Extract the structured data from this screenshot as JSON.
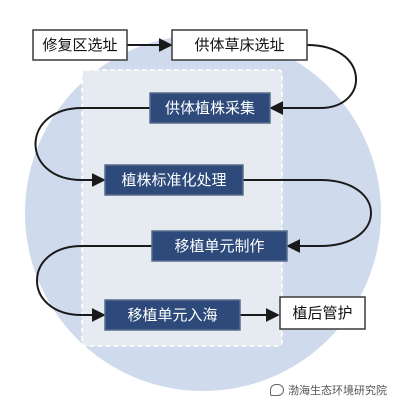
{
  "colors": {
    "circle_fill": "#cfdaec",
    "inner_panel_fill": "#e6ebf2",
    "inner_panel_border": "#ffffff",
    "light_box_fill": "#ffffff",
    "light_box_border": "#3a3a3a",
    "dark_box_fill": "#2d4a7b",
    "dark_box_border": "#5a6d8c",
    "arrow": "#1a1a1a"
  },
  "steps": [
    {
      "id": "site-selection",
      "label": "修复区选址",
      "style": "light"
    },
    {
      "id": "donor-meadow-selection",
      "label": "供体草床选址",
      "style": "light"
    },
    {
      "id": "plant-collection",
      "label": "供体植株采集",
      "style": "dark"
    },
    {
      "id": "plant-standardization",
      "label": "植株标准化处理",
      "style": "dark"
    },
    {
      "id": "transplant-unit-making",
      "label": "移植单元制作",
      "style": "dark"
    },
    {
      "id": "transplant-into-sea",
      "label": "移植单元入海",
      "style": "dark"
    },
    {
      "id": "post-planting-care",
      "label": "植后管护",
      "style": "light"
    }
  ],
  "watermark": {
    "icon": "wechat-icon",
    "text": "渤海生态环境研究院"
  }
}
